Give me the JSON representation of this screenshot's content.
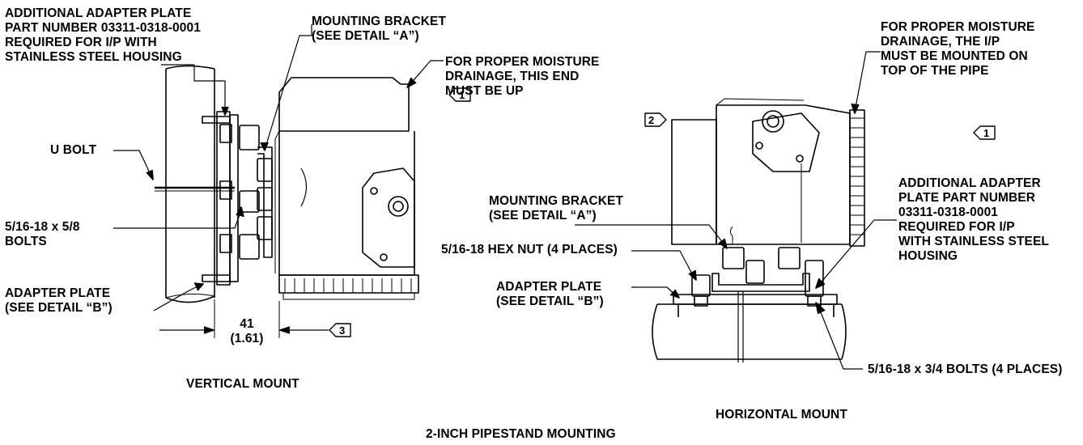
{
  "vertical": {
    "adapter_plate_note": "ADDITIONAL ADAPTER PLATE\nPART NUMBER 03311-0318-0001\nREQUIRED FOR I/P WITH\nSTAINLESS STEEL HOUSING",
    "bracket": "MOUNTING BRACKET\n(SEE DETAIL “A”)",
    "drainage": "FOR PROPER MOISTURE\nDRAINAGE,   THIS   END\nMUST BE UP",
    "u_bolt": "U BOLT",
    "bolts": "5/16-18 x 5/8\nBOLTS",
    "adapter_plate": "ADAPTER PLATE\n(SEE DETAIL “B”)",
    "dimension": "41\n(1.61)",
    "title": "VERTICAL MOUNT",
    "note_drainage": "1",
    "note_dim": "3"
  },
  "horizontal": {
    "drainage": "FOR PROPER MOISTURE\nDRAINAGE, THE I/P\nMUST BE MOUNTED ON\nTOP OF THE PIPE",
    "adapter_plate_note": "ADDITIONAL ADAPTER\nPLATE PART NUMBER\n03311-0318-0001\nREQUIRED FOR I/P\nWITH STAINLESS STEEL\nHOUSING",
    "bracket": "MOUNTING BRACKET\n(SEE DETAIL “A”)",
    "hex_nut": "5/16-18 HEX NUT (4 PLACES)",
    "adapter_plate": "ADAPTER  PLATE\n(SEE DETAIL “B”)",
    "bolts": "5/16-18 x 3/4 BOLTS (4 PLACES)",
    "title": "HORIZONTAL MOUNT",
    "note_drainage": "1",
    "note_side": "2"
  },
  "figure_title": "2-INCH PIPESTAND MOUNTING"
}
